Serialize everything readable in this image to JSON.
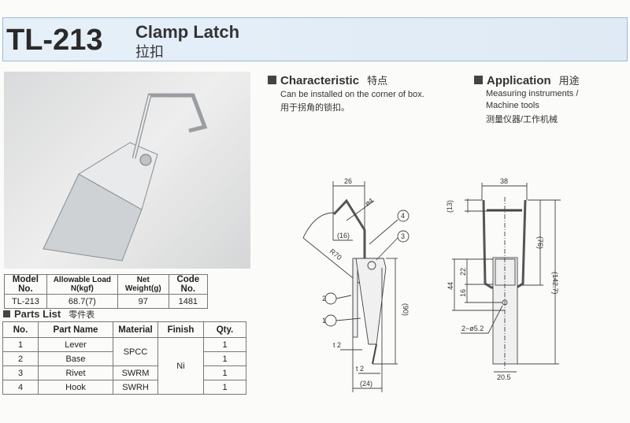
{
  "header": {
    "model": "TL-213",
    "title": "Clamp Latch",
    "title_cn": "拉扣"
  },
  "characteristic": {
    "heading": "Characteristic",
    "heading_cn": "特点",
    "text": "Can be installed on the corner of box.",
    "text_cn": "用于拐角的锁扣。"
  },
  "application": {
    "heading": "Application",
    "heading_cn": "用途",
    "line1": "Measuring instruments /",
    "line2": "Machine tools",
    "text_cn": "测量仪器/工作机械"
  },
  "spec_table": {
    "headers": [
      "Model No.",
      "Allowable Load N(kgf)",
      "Net Weight(g)",
      "Code No."
    ],
    "row": [
      "TL-213",
      "68.7(7)",
      "97",
      "1481"
    ]
  },
  "parts_list": {
    "heading": "Parts List",
    "heading_cn": "零件表",
    "headers": [
      "No.",
      "Part Name",
      "Material",
      "Finish",
      "Qty."
    ],
    "rows": [
      {
        "no": "1",
        "name": "Lever",
        "qty": "1"
      },
      {
        "no": "2",
        "name": "Base",
        "qty": "1"
      },
      {
        "no": "3",
        "name": "Rivet",
        "qty": "1"
      },
      {
        "no": "4",
        "name": "Hook",
        "qty": "1"
      }
    ],
    "material_spcc": "SPCC",
    "material_swrm": "SWRM",
    "material_swrh": "SWRH",
    "finish": "Ni"
  },
  "side_drawing": {
    "dim_26": "26",
    "dim_phi4": "ø4",
    "dim_16": "(16)",
    "dim_r70": "R70",
    "dim_90": "(90)",
    "dim_t2a": "t 2",
    "dim_t2b": "t 2",
    "dim_24": "(24)",
    "callouts": [
      "1",
      "2",
      "3",
      "4"
    ]
  },
  "front_drawing": {
    "dim_38": "38",
    "dim_13": "(13)",
    "dim_76": "(76)",
    "dim_142": "(142.7)",
    "dim_44": "44",
    "dim_22": "22",
    "dim_16": "16",
    "dim_holes": "2−ø5.2",
    "dim_20": "20.5"
  }
}
